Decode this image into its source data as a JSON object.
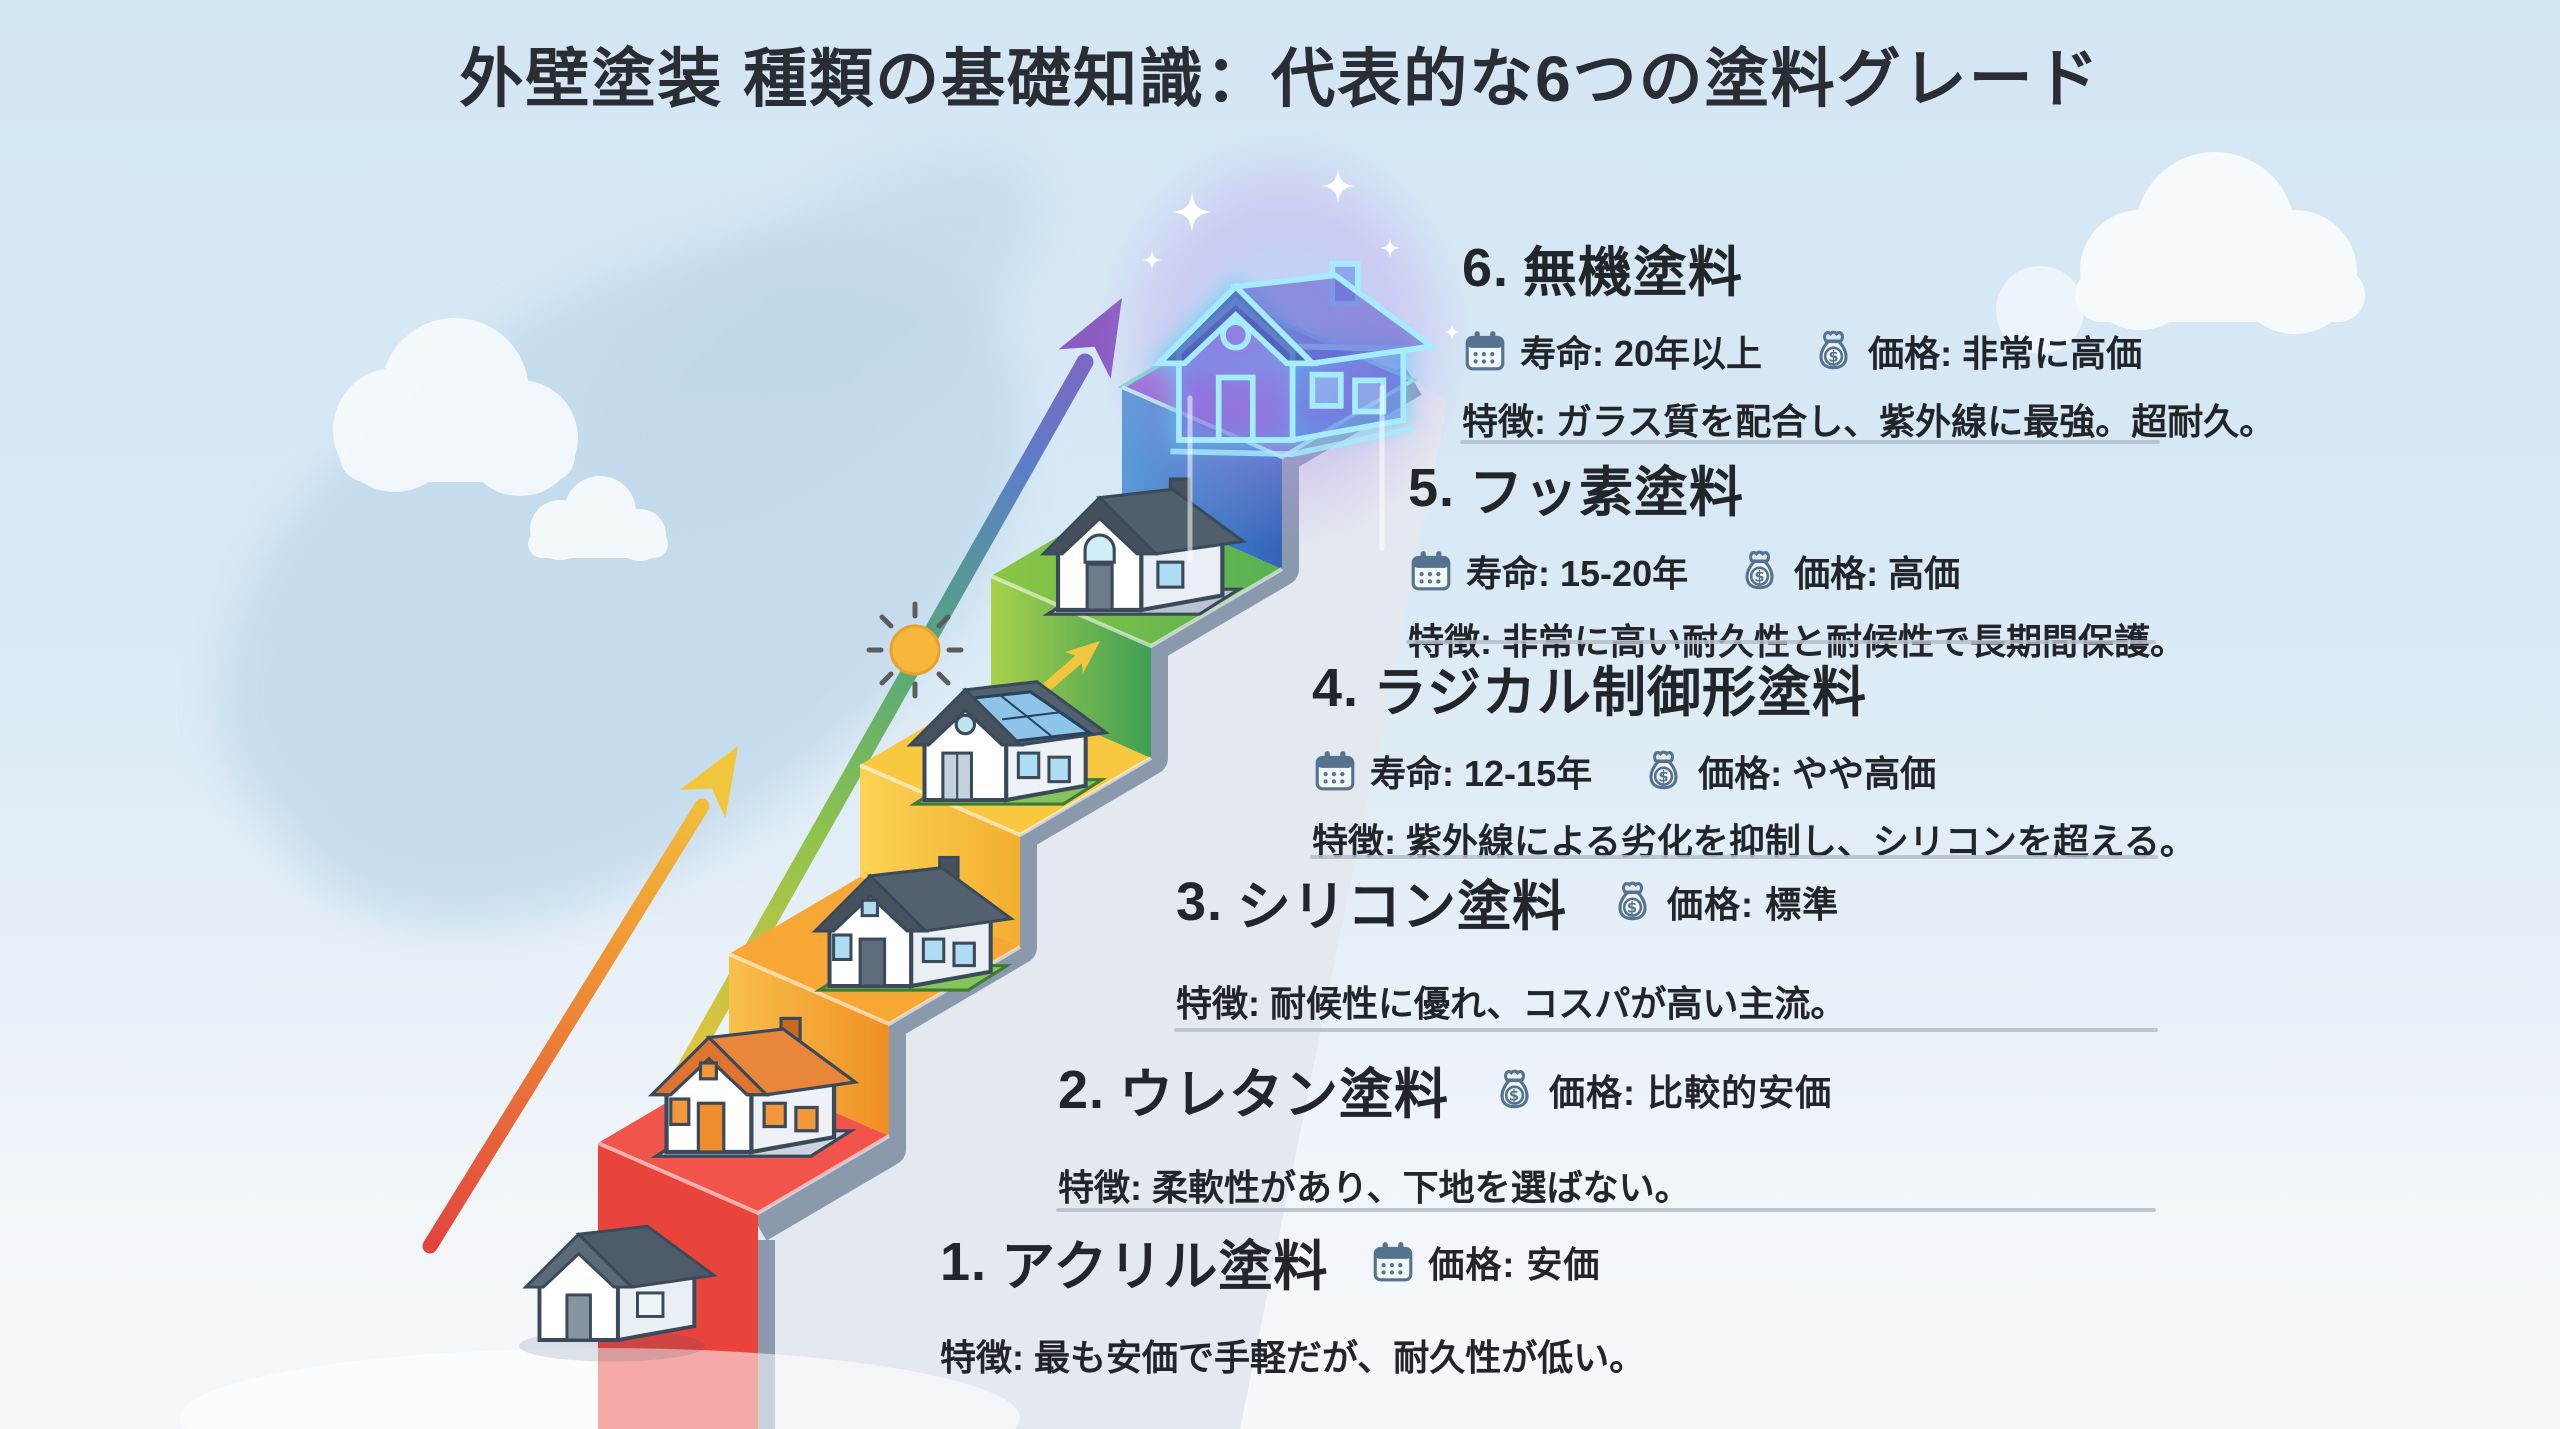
{
  "title": "外壁塗装 種類の基礎知識：代表的な6つの塗料グレード",
  "labels": {
    "lifespan": "寿命:",
    "price": "価格:",
    "feature": "特徴:"
  },
  "grades": [
    {
      "no": "1.",
      "name": "アクリル塗料",
      "price": "安価",
      "price_icon": "calendar-icon",
      "feature": "最も安価で手軽だが、耐久性が低い。",
      "step_color": "#e94a40",
      "house": "plain-house"
    },
    {
      "no": "2.",
      "name": "ウレタン塗料",
      "price": "比較的安価",
      "price_icon": "money-bag-icon",
      "feature": "柔軟性があり、下地を選ばない。",
      "step_color": "#f29a2c",
      "house": "orange-roof-house"
    },
    {
      "no": "3.",
      "name": "シリコン塗料",
      "price": "標準",
      "price_icon": "money-bag-icon",
      "feature": "耐候性に優れ、コスパが高い主流。",
      "step_color": "#f6c238",
      "house": "gray-roof-house"
    },
    {
      "no": "4.",
      "name": "ラジカル制御形塗料",
      "lifespan": "12-15年",
      "price": "やや高価",
      "price_icon": "money-bag-icon",
      "feature": "紫外線による劣化を抑制し、シリコンを超える。",
      "step_color": "#58b050",
      "house": "solar-panel-house"
    },
    {
      "no": "5.",
      "name": "フッ素塗料",
      "lifespan": "15-20年",
      "price": "高価",
      "price_icon": "money-bag-icon",
      "feature": "非常に高い耐久性と耐候性で長期間保護。",
      "step_color": "#4a7fd0",
      "house": "arched-window-house"
    },
    {
      "no": "6.",
      "name": "無機塗料",
      "lifespan": "20年以上",
      "price": "非常に高価",
      "price_icon": "money-bag-icon",
      "feature": "ガラス質を配合し、紫外線に最強。超耐久。",
      "step_color": "#8b5cc0",
      "house": "glowing-house"
    }
  ],
  "colors": {
    "sky": "#d7e8f4",
    "step_gray_band": "#8b99ad",
    "step_light_wall": "#e4e9ef",
    "arrow_small_gradient": [
      "#e1453e",
      "#ef9434",
      "#f2c63c"
    ],
    "arrow_long_gradient": [
      "#f0c43c",
      "#8fc34c",
      "#55a87a",
      "#5b7fc6",
      "#8b5bc2"
    ],
    "sun": "#f6b73c",
    "icon_stroke": "#54738f",
    "text": "#22252a",
    "divider": "#b4bec9"
  }
}
